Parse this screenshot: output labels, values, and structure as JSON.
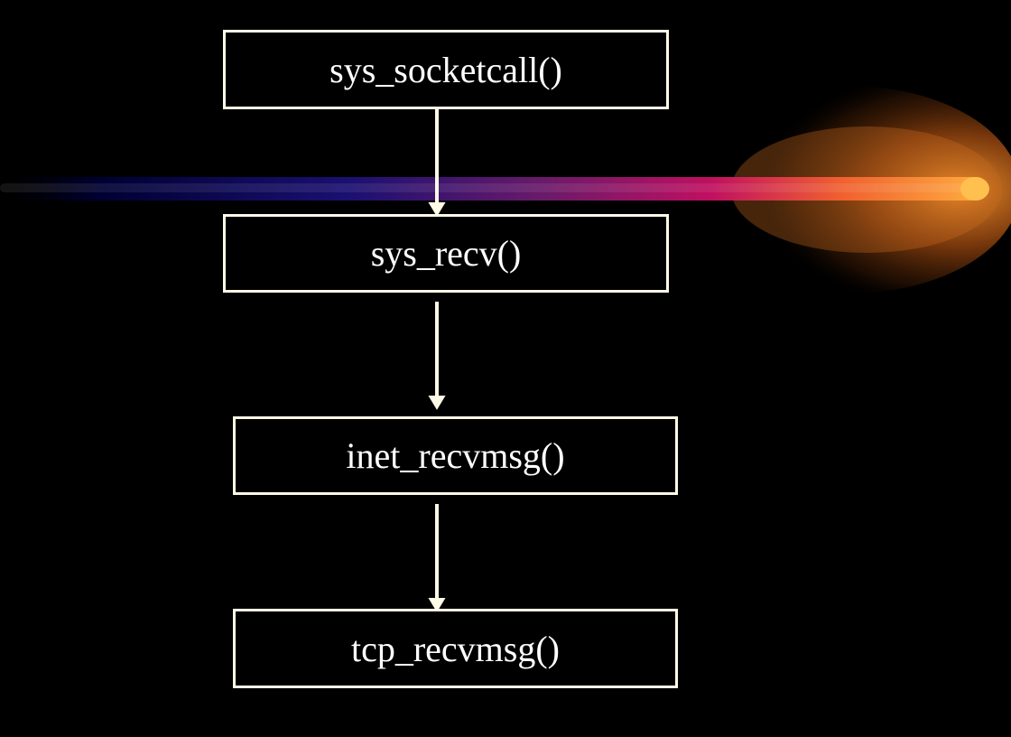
{
  "diagram": {
    "nodes": [
      {
        "id": "sys-socketcall",
        "label": "sys_socketcall()"
      },
      {
        "id": "sys-recv",
        "label": "sys_recv()"
      },
      {
        "id": "inet-recvmsg",
        "label": "inet_recvmsg()"
      },
      {
        "id": "tcp-recvmsg",
        "label": "tcp_recvmsg()"
      }
    ],
    "edges": [
      {
        "from": "sys-socketcall",
        "to": "sys-recv"
      },
      {
        "from": "sys-recv",
        "to": "inet-recvmsg"
      },
      {
        "from": "inet-recvmsg",
        "to": "tcp-recvmsg"
      }
    ],
    "colors": {
      "background": "#000000",
      "box_border": "#fffbe6",
      "arrow": "#fffbe6",
      "text": "#ffffff",
      "streak_start": "#000033",
      "streak_mid": "#c01060",
      "streak_end": "#ffb040"
    }
  }
}
